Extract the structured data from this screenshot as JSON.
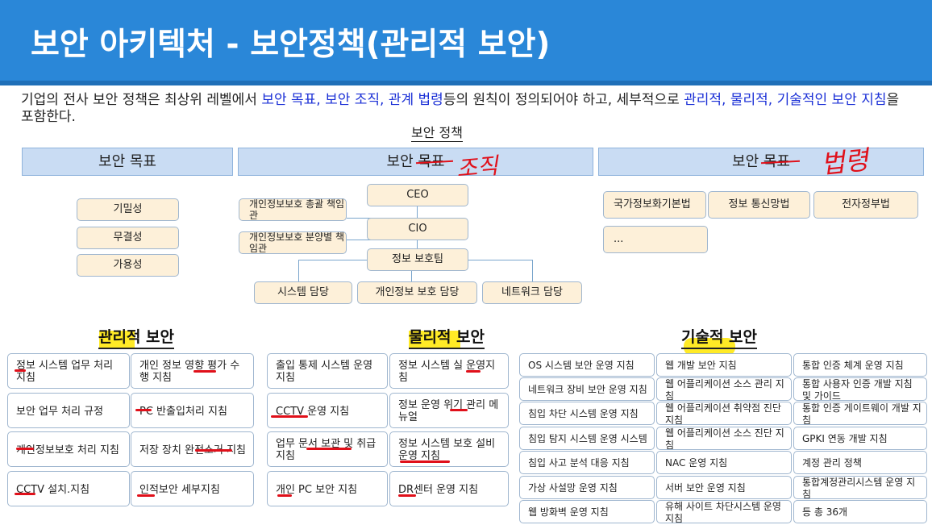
{
  "header": {
    "title": "보안 아키텍처 - 보안정책(관리적 보안)"
  },
  "intro": {
    "p1": "기업의 전사 보안 정책은 최상위 레벨에서 ",
    "b1": "보안 목표, 보안 조직, 관계 법령",
    "p2": "등의 원칙이 정의되어야 하고, 세부적으로 ",
    "b2": "관리적, 물리적, 기술적인 보안 지침",
    "p3": "을 포함한다."
  },
  "policy": {
    "title": "보안 정책",
    "bars": [
      "보안 목표",
      "보안 목표",
      "보안 목표"
    ],
    "annotations": [
      "조직",
      "법령"
    ],
    "goals": [
      "기밀성",
      "무결성",
      "가용성"
    ],
    "org": {
      "ceo": "CEO",
      "cio": "CIO",
      "team": "정보 보호팀",
      "side1": "개인정보보호 총괄 책임관",
      "side2": "개인정보보호 분양별 책임관",
      "staff": [
        "시스템 담당",
        "개인정보 보호 담당",
        "네트워크 담당"
      ]
    },
    "laws": [
      "국가정보화기본법",
      "정보 통신망법",
      "전자정부법",
      "..."
    ]
  },
  "admin": {
    "title": "관리적 보안",
    "cells": [
      "정보 시스템 업무 처리 지침",
      "개인 정보 영향 평가 수행 지침",
      "보안 업무 처리 규정",
      "PC 반출입처리 지침",
      "개인정보보호 처리 지침",
      "저장 장치 완전소거 지침",
      "CCTV 설치.지침",
      "인적보안 세부지침"
    ]
  },
  "physical": {
    "title": "물리적 보안",
    "cells": [
      "출입 통제 시스템 운영 지침",
      "정보 시스템 실 운영지침",
      "CCTV 운영 지침",
      "정보 운영 위기 관리 메뉴얼",
      "업무 문서 보관 및 취급 지침",
      "정보 시스템 보호 설비 운영 지침",
      "개인 PC 보안 지침",
      "DR센터 운영 지침"
    ]
  },
  "technical": {
    "title": "기술적 보안",
    "col1": [
      "OS 시스템 보안 운영 지침",
      "네트워크 장비 보안 운영 지침",
      "침입 차단 시스템 운영 지침",
      "침입 탐지 시스템 운영 시스템",
      "침입 사고 분석 대응 지침",
      "가상 사설망 운영 지침",
      "웹 방화벽 운영 지침"
    ],
    "col2": [
      "웹 개발 보안 지침",
      "웹 어플리케이션 소스 관리 지침",
      "웹 어플리케이션 취약점 진단 지침",
      "웹 어플리케이션 소스 진단 지침",
      "NAC 운영 지침",
      "서버 보안 운영 지침",
      "유해 사이트 차단시스템 운영 지침"
    ],
    "col3": [
      "통합 인증 체계 운영 지침",
      "통합 사용자 인증 개발 지침 및 가이드",
      "통합 인증 게이트웨이 개발 지침",
      "GPKI 연동 개발 지침",
      "계정 관리 정책",
      "통합계정관리시스템 운영 지침",
      "등 총 36개"
    ]
  },
  "colors": {
    "header": "#2a87d8",
    "bar": "#c9dcf3",
    "box": "#fdf0d9",
    "highlight_green": "#23d61b",
    "highlight_yellow": "#ffe600",
    "underline_red": "#e0101a",
    "intro_blue": "#1a2fd6"
  }
}
